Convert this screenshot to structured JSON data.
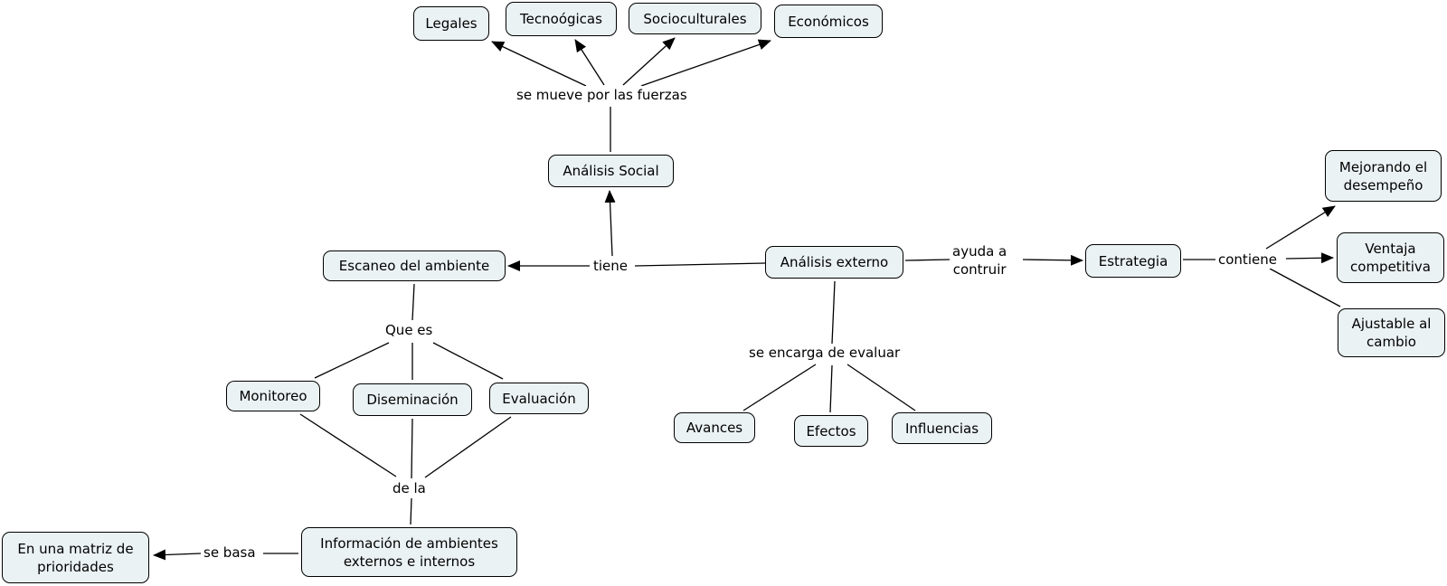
{
  "concept_map": {
    "colors": {
      "node_fill": "#ebf2f3",
      "node_border": "#000000",
      "line": "#000000",
      "background": "#ffffff"
    },
    "nodes": {
      "analisis_externo": "Análisis externo",
      "escaneo": "Escaneo del ambiente",
      "analisis_social": "Análisis Social",
      "legales": "Legales",
      "tecnoogicas": "Tecnoógicas",
      "socioculturales": "Socioculturales",
      "economicos": "Económicos",
      "estrategia": "Estrategia",
      "mejorando": "Mejorando el\ndesempeño",
      "ventaja": "Ventaja\ncompetitiva",
      "ajustable": "Ajustable al\ncambio",
      "monitoreo": "Monitoreo",
      "diseminacion": "Diseminación",
      "evaluacion": "Evaluación",
      "informacion": "Información de ambientes\nexternos e internos",
      "matriz": "En una matriz de\nprioridades",
      "avances": "Avances",
      "efectos": "Efectos",
      "influencias": "Influencias"
    },
    "link_labels": {
      "tiene": "tiene",
      "se_mueve": "se mueve por las fuerzas",
      "ayuda": "ayuda a\ncontruir",
      "contiene": "contiene",
      "que_es": "Que es",
      "de_la": "de la",
      "se_basa": "se basa",
      "se_encarga": "se encarga de evaluar"
    }
  }
}
